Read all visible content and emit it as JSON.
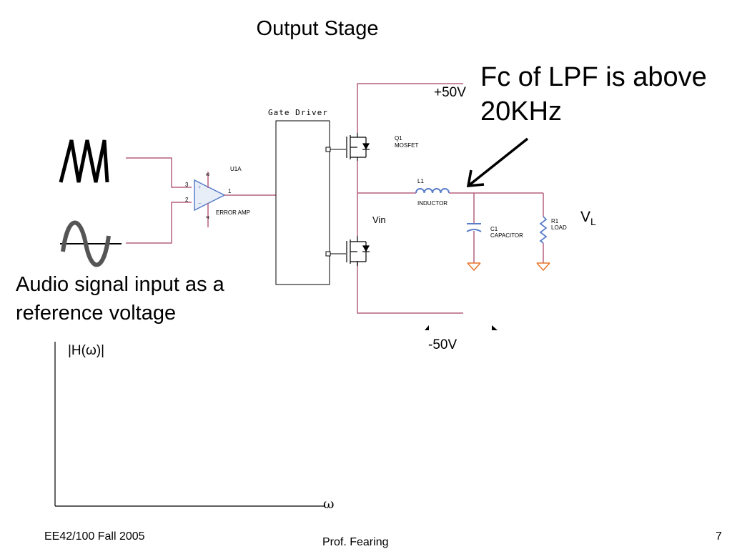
{
  "slide": {
    "title": "Output Stage",
    "callout": "Fc of LPF is above 20KHz",
    "audio_caption": "Audio signal input as a reference voltage",
    "footer_left": "EE42/100 Fall 2005",
    "footer_center": "Prof. Fearing",
    "page_number": "7"
  },
  "circuit": {
    "gate_driver": "Gate Driver",
    "op_amp_ref": "U1A",
    "op_amp_name": "ERROR AMP",
    "op_amp_pins": [
      "3",
      "2",
      "1",
      "8",
      "4"
    ],
    "q1_ref": "Q1",
    "q1_name": "MOSFET",
    "l1_ref": "L1",
    "l1_name": "INDUCTOR",
    "c1_ref": "C1",
    "c1_name": "CAPACITOR",
    "r1_ref": "R1",
    "r1_name": "LOAD",
    "vin": "Vin",
    "plus_rail": "+50V",
    "minus_rail": "-50V",
    "vl_main": "V",
    "vl_sub": "L"
  },
  "graph": {
    "ylabel": "|H(ω)|",
    "xlabel": "ω"
  },
  "colors": {
    "wire": "#b5617f",
    "component": "#5a7ec8",
    "ground": "#e8742a",
    "ink": "#000000"
  }
}
